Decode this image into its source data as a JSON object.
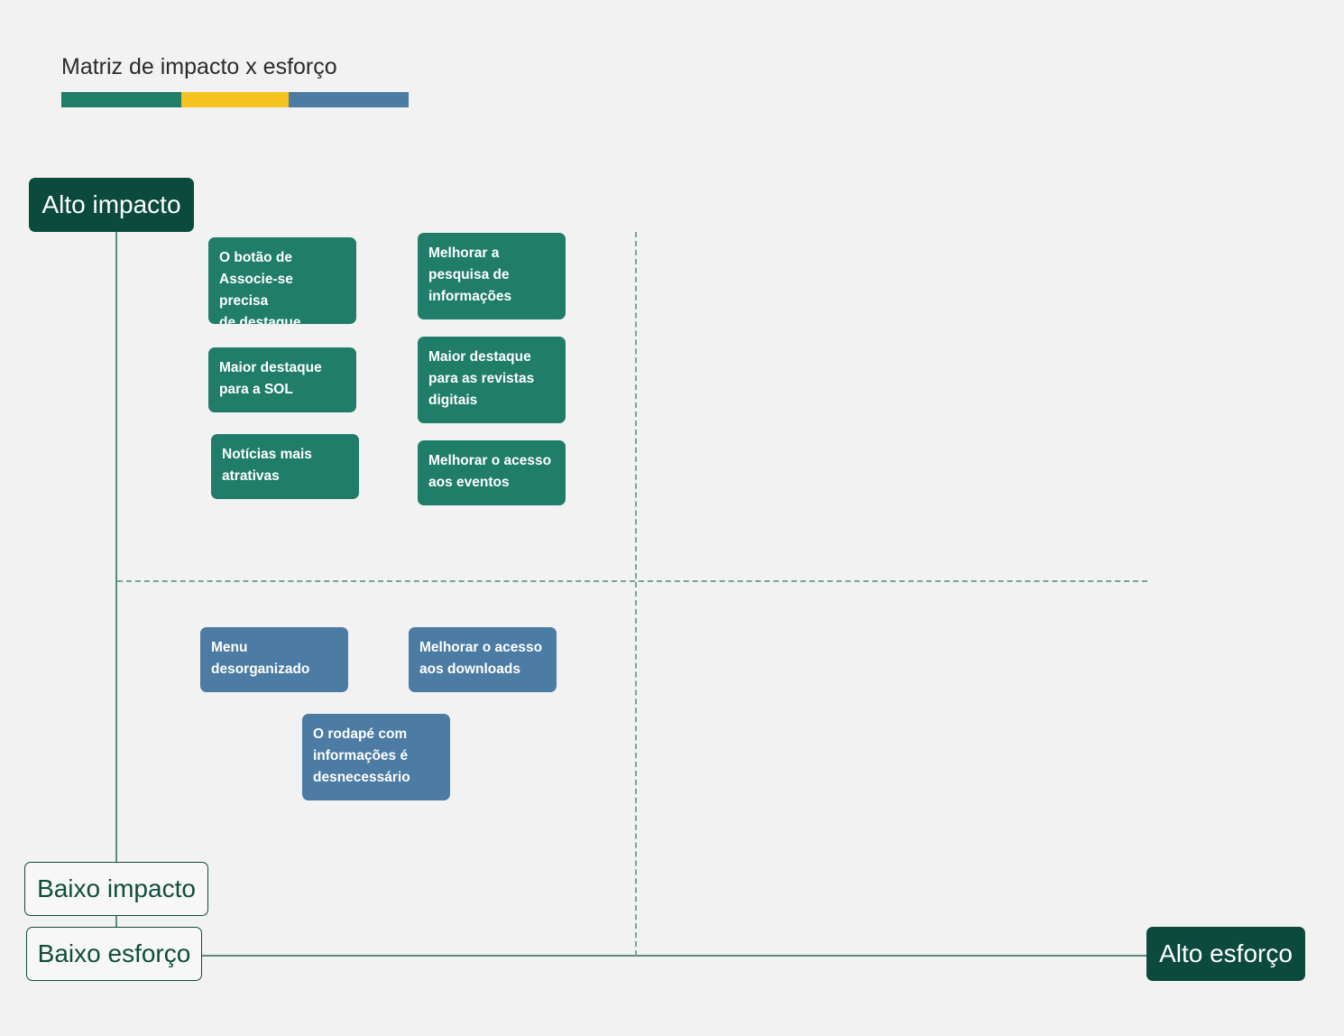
{
  "title": "Matriz de impacto x esforço",
  "colors": {
    "green": "#1f7d69",
    "yellow": "#f6c421",
    "blue": "#4c7ba3",
    "dark_green": "#0b4a3c"
  },
  "axis_labels": {
    "alto_impacto": "Alto impacto",
    "baixo_impacto": "Baixo impacto",
    "baixo_esforco": "Baixo esforço",
    "alto_esforco": "Alto esforço"
  },
  "cards": {
    "botao_associe": "O botão de\nAssocie-se precisa\nde destaque",
    "pesquisa": "Melhorar a\npesquisa de\ninformações",
    "destaque_sol": "Maior destaque\npara a SOL",
    "revistas": "Maior destaque\npara as revistas\ndigitais",
    "noticias": "Notícias mais\natrativas",
    "eventos": "Melhorar o acesso\naos eventos",
    "menu": "Menu\ndesorganizado",
    "downloads": "Melhorar o acesso\naos downloads",
    "rodape": "O rodapé com\ninformações é\ndesnecessário"
  }
}
